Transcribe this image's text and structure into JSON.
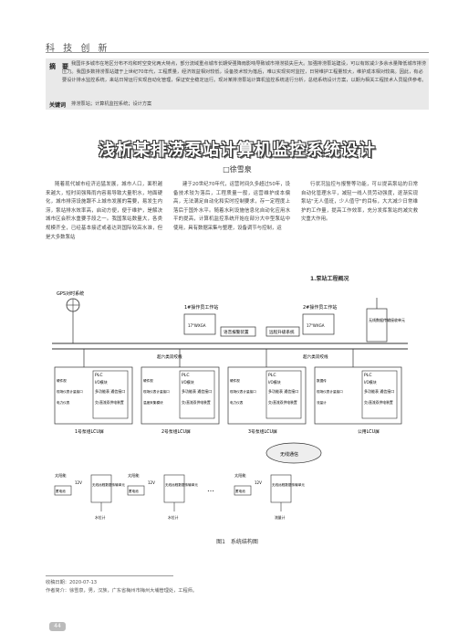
{
  "header": {
    "section": "科 技 创 新"
  },
  "abstract": {
    "label": "摘　要",
    "text": "我国许多城市在地区分布不均和时空变化两大特点，部分流域重点城市长期受强降雨影响导致城市排涝损失巨大。加强排涝泵站建设，可以有效减少多余水量降低城市排涝压力。我国多数排涝泵站建于上世纪70年代，工程质量，经济效益相对较低，设备技术较为落后，难以实现实时监控，日常维护工程量较大，维护成本相对较高。因此，有必要设计排水监控系统，来站日常运行实现自动化管理，保证安全稳定运行。现对某排涝泵站计算机监控系统进行分析，总结系统设计方案，以期为相关工程技术人员提供参考。",
    "kw_label": "关键词",
    "kw_text": "排涝泵站；计算机监控系统；设计方案"
  },
  "article": {
    "title": "浅析某排涝泵站计算机监控系统设计",
    "author": "□徐雪泉",
    "col1": "随着现代城市经济迅猛发展，城市人口，面积越来越大，短时间强降雨内容易导致大量积水，地面硬化，城市排涝设施跟不上城市发展的需要，易发生内涝，泵站排水效率高，启动方便，便于维护，是解决城市区会积水重要手段之一。我国泵站数量大，各类规模齐全，已经基本接近或者达到国际较高水准，但是大多数泵站",
    "col2": "建于20世纪70年代，运营时间久多超过50年，设备技术较为落后，工程质量一般，运营维护成本偏高，无法满足自动化和实时控制要求，存一定程度上落后于国外水平。随着水利设施信息化自动化应用水平的提高，计算机监控系统开始在部分大中型泵站中使用，具有数据采集与整理，设备调节与控制，运",
    "col3": "行状况监控与报警等功能，可以提高泵站的日常自动化管理水平，减轻一线人员劳动强度，逐渐实现泵站\"无人值班，少人值守\"的目标，大大减少日常维护的工作量，提高工作效率，充分发挥泵站的减灾救灾重大作用。",
    "section1": "1.泵站工程概况"
  },
  "figure": {
    "caption": "图1　系统结构图",
    "gps": "GPS对时系统",
    "ws1": "1#操作员工作站",
    "ws2": "2#操作员工作站",
    "monitor": "17\"WXGA",
    "voice": "语音报警装置",
    "upgrade": "远程升级系统",
    "wireless": "无线数据传输接收单元",
    "net1": "超六类双绞线",
    "net2": "超六类双绞线",
    "plc": "PLC",
    "io": "I/O模块",
    "comm": "多功能表 通信接口",
    "ac": "交/直流双供电装置",
    "tv": "硬件视",
    "display": "数据传",
    "metering": "现场仪表计量接口",
    "power": "电力仪表",
    "temp": "温度采集模块",
    "flow": "流量计",
    "lcu1": "1号泵组LCU屏",
    "lcu2": "2号泵组LCU屏",
    "lcu3": "3号泵组LCU屏",
    "lcu_pub": "公用LCU屏",
    "cloud": "无线通信",
    "solar": "太阳能",
    "battery": "蓄电池",
    "v12": "12V",
    "rtu": "无线远程数据传输单元",
    "level": "水位计",
    "ellipsis": "…"
  },
  "footer": {
    "received": "收稿日期：2020-07-13",
    "author_info": "作者简介：徐雪泉，男，汉族，广东省梅州市梅州大埔管理处，工程师。",
    "page": "44"
  }
}
